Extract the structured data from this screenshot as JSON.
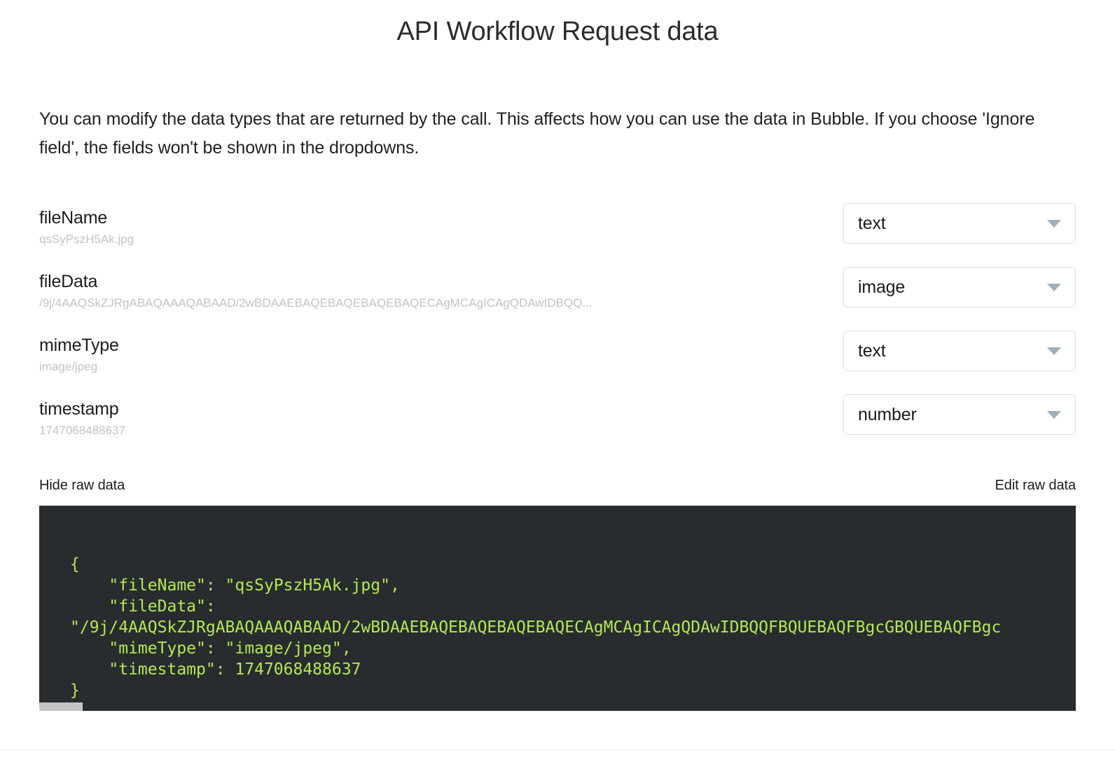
{
  "header": {
    "title": "API Workflow Request data"
  },
  "intro": {
    "text": "You can modify the data types that are returned by the call. This affects how you can use the data in Bubble. If you choose 'Ignore field', the fields won't be shown in the dropdowns."
  },
  "fields": [
    {
      "key": "fileName",
      "value": "qsSyPszH5Ak.jpg",
      "type": "text"
    },
    {
      "key": "fileData",
      "value": "/9j/4AAQSkZJRgABAQAAAQABAAD/2wBDAAEBAQEBAQEBAQEBAQECAgMCAgICAgQDAwIDBQQ...",
      "type": "image"
    },
    {
      "key": "mimeType",
      "value": "image/jpeg",
      "type": "text"
    },
    {
      "key": "timestamp",
      "value": "1747068488637",
      "type": "number"
    }
  ],
  "raw_data": {
    "hide_label": "Hide raw data",
    "edit_label": "Edit raw data",
    "json_text": "{\n    \"fileName\": \"qsSyPszH5Ak.jpg\",\n    \"fileData\":\n\"/9j/4AAQSkZJRgABAQAAAQABAAD/2wBDAAEBAQEBAQEBAQEBAQECAgMCAgICAgQDAwIDBQQFBQUEBAQFBgcGBQUEBAQFBgc\n    \"mimeType\": \"image/jpeg\",\n    \"timestamp\": 1747068488637\n}",
    "background_color": "#282c2f",
    "text_color": "#b5e853"
  },
  "icons": {
    "caret": "chevron-down-icon"
  }
}
